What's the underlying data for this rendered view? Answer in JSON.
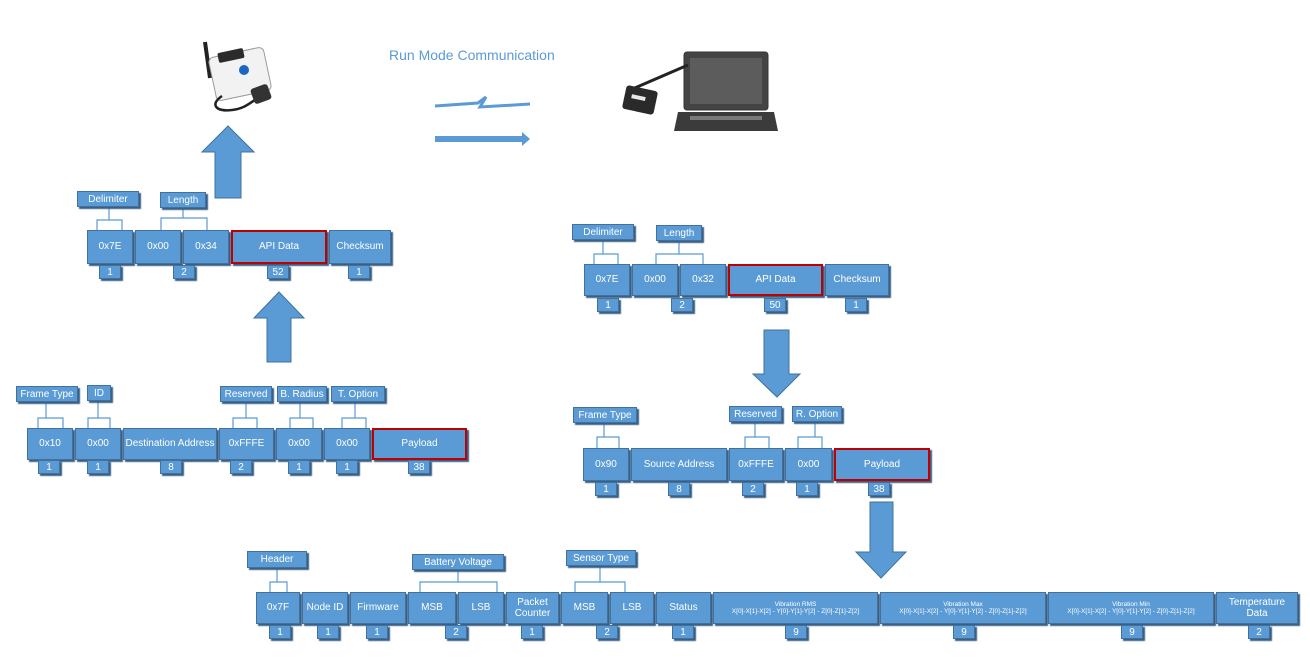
{
  "title": "Run Mode Communication",
  "left_frame": {
    "labels": {
      "delimiter": "Delimiter",
      "length": "Length"
    },
    "fields": [
      "0x7E",
      "0x00",
      "0x34",
      "API Data",
      "Checksum"
    ],
    "sizes": [
      "1",
      "2",
      "52",
      "1"
    ]
  },
  "left_api": {
    "labels": {
      "frame_type": "Frame Type",
      "id": "ID",
      "reserved": "Reserved",
      "b_radius": "B. Radius",
      "t_option": "T. Option"
    },
    "fields": [
      "0x10",
      "0x00",
      "Destination Address",
      "0xFFFE",
      "0x00",
      "0x00",
      "Payload"
    ],
    "sizes": [
      "1",
      "1",
      "8",
      "2",
      "1",
      "1",
      "38"
    ]
  },
  "right_frame": {
    "labels": {
      "delimiter": "Delimiter",
      "length": "Length"
    },
    "fields": [
      "0x7E",
      "0x00",
      "0x32",
      "API Data",
      "Checksum"
    ],
    "sizes": [
      "1",
      "2",
      "50",
      "1"
    ]
  },
  "right_api": {
    "labels": {
      "frame_type": "Frame Type",
      "reserved": "Reserved",
      "r_option": "R. Option"
    },
    "fields": [
      "0x90",
      "Source Address",
      "0xFFFE",
      "0x00",
      "Payload"
    ],
    "sizes": [
      "1",
      "8",
      "2",
      "1",
      "38"
    ]
  },
  "payload": {
    "labels": {
      "header": "Header",
      "battery_voltage": "Battery Voltage",
      "sensor_type": "Sensor Type"
    },
    "fields": [
      "0x7F",
      "Node ID",
      "Firmware",
      "MSB",
      "LSB",
      "Packet Counter",
      "MSB",
      "LSB",
      "Status"
    ],
    "vibration": [
      {
        "name": "Vibration RMS",
        "detail": "X[0]-X[1]-X[2] - Y[0]-Y[1]-Y[2] - Z[0]-Z[1]-Z[2]"
      },
      {
        "name": "Vibration Max",
        "detail": "X[0]-X[1]-X[2] - Y[0]-Y[1]-Y[2] - Z[0]-Z[1]-Z[2]"
      },
      {
        "name": "Vibration Min",
        "detail": "X[0]-X[1]-X[2] - Y[0]-Y[1]-Y[2] - Z[0]-Z[1]-Z[2]"
      }
    ],
    "temperature": "Temperature Data",
    "sizes": [
      "1",
      "1",
      "1",
      "2",
      "1",
      "2",
      "1",
      "9",
      "9",
      "9",
      "2"
    ]
  },
  "colors": {
    "box": "#5b9bd5",
    "highlight_border": "#c00000",
    "title": "#5b9bd5"
  }
}
